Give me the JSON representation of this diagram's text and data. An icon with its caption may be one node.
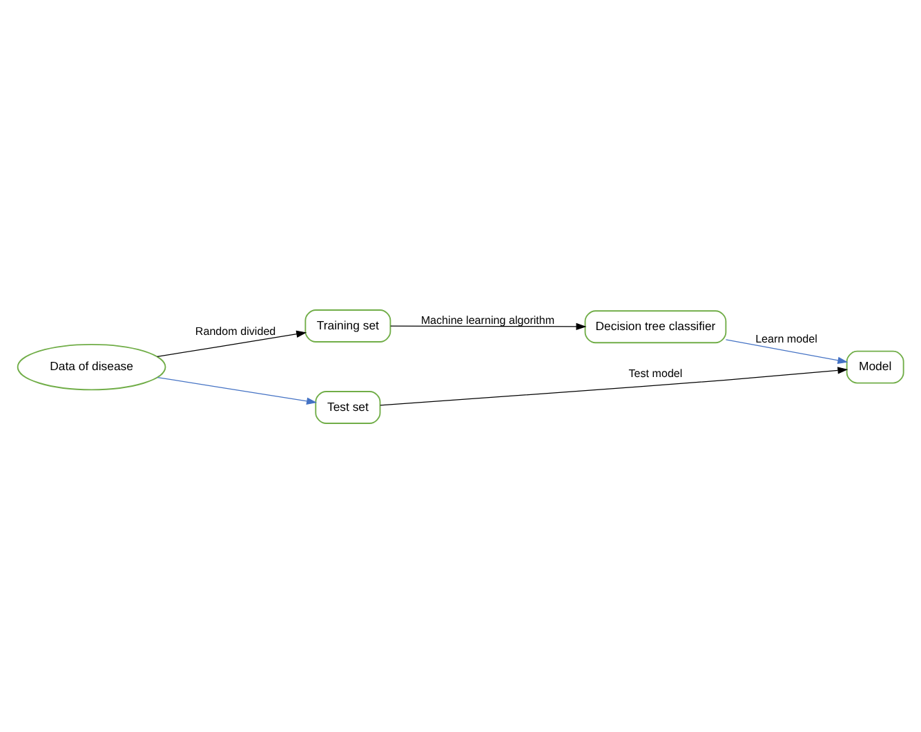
{
  "diagram": {
    "nodes": [
      {
        "text": [
          "Data of disease"
        ]
      },
      {
        "text": [
          "Training set"
        ]
      },
      {
        "text": [
          "Decision tree classifier"
        ]
      },
      {
        "text": [
          "Test set"
        ]
      },
      {
        "text": [
          "Model"
        ]
      }
    ],
    "edges": [
      {
        "from": 0,
        "to": 1,
        "arrow": "to",
        "label": "Random divided"
      },
      {
        "from": 0,
        "to": 3,
        "arrow": "to",
        "color": "#4472c4"
      },
      {
        "from": 1,
        "to": 2,
        "arrow": "to",
        "label": "Machine learning algorithm"
      },
      {
        "from": 2,
        "to": 4,
        "arrow": "to",
        "label": "Learn model",
        "color": "#4472c4"
      },
      {
        "from": 3,
        "to": 4,
        "arrow": "to",
        "label": "Test model"
      }
    ]
  }
}
